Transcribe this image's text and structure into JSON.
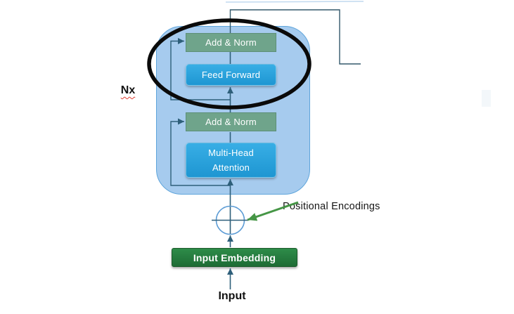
{
  "labels": {
    "nx": "Nx",
    "add_norm_top": "Add & Norm",
    "feed_forward": "Feed Forward",
    "add_norm_bottom": "Add & Norm",
    "multi_head_line1": "Multi-Head",
    "multi_head_line2": "Attention",
    "input_embedding": "Input Embedding",
    "positional_encodings": "Positional Encodings",
    "input": "Input"
  },
  "colors": {
    "container_fill": "#A6CBEE",
    "container_border": "#5FA5DB",
    "add_norm_fill": "#6FA48B",
    "blue_box_top": "#38AEE5",
    "blue_box_bottom": "#1E96D2",
    "embedding_fill_top": "#2E8C49",
    "embedding_fill_bottom": "#1E6C35",
    "embedding_border": "#1A5A2A",
    "flow_line": "#2E5F7A",
    "connector_line": "#33596B",
    "circle_stroke": "#5B9BD5",
    "green_arrow": "#469646",
    "ellipse_stroke": "#0A0A0A",
    "squiggle": "#E03C31"
  }
}
